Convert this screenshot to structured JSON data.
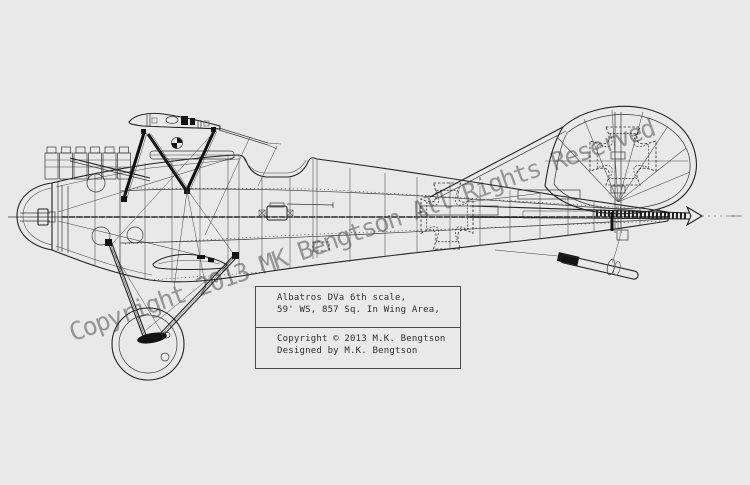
{
  "watermark": {
    "text": "Copyright 2013 MK Bengtson All Rights Reserved",
    "color": "#959595"
  },
  "title_block": {
    "spec_line_1": "Albatros DVa 6th scale,",
    "spec_line_2": "59' WS, 857 Sq. In Wing Area,",
    "credit_line_1": "Copyright © 2013 M.K. Bengtson",
    "credit_line_2": "Designed by M.K. Bengtson"
  },
  "colors": {
    "background": "#e9e9e9",
    "drawing_line": "#232323",
    "watermark_gray": "#959595"
  }
}
